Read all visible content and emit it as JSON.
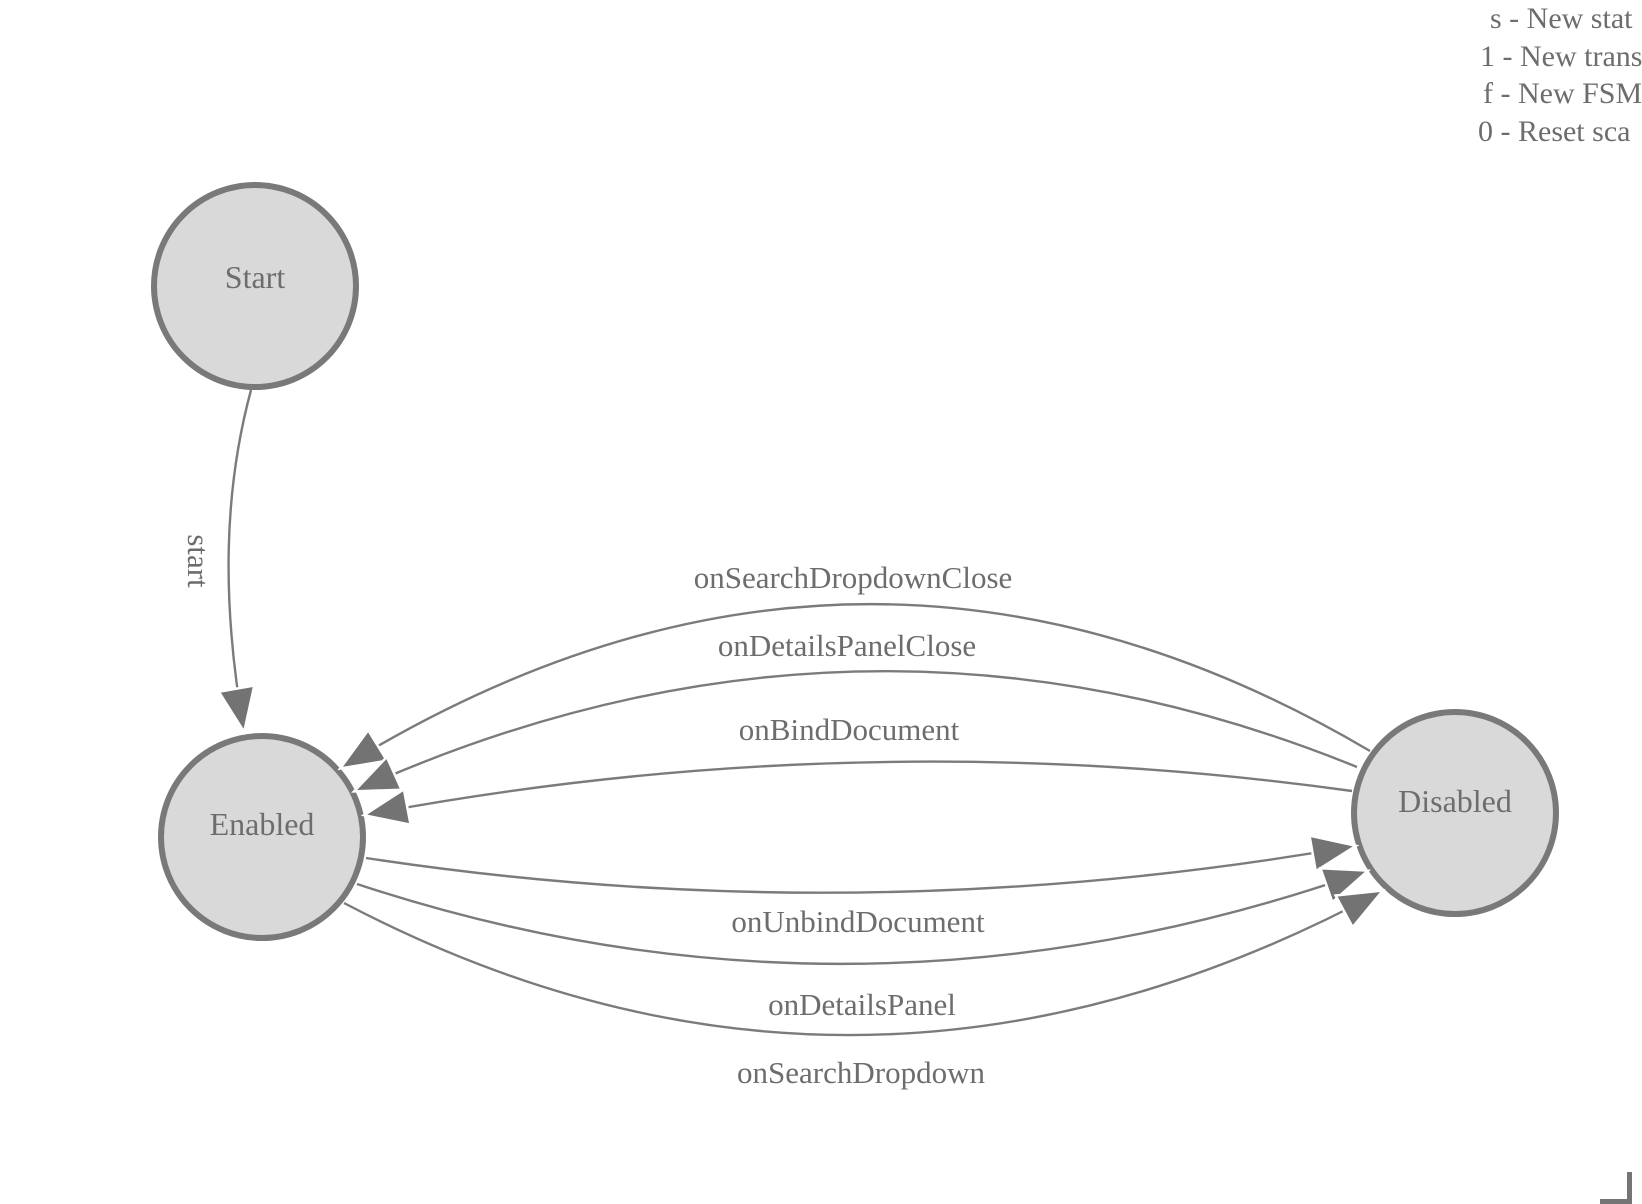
{
  "diagram": {
    "type": "finite-state-machine",
    "states": [
      {
        "label": "Start"
      },
      {
        "label": "Enabled"
      },
      {
        "label": "Disabled"
      }
    ],
    "transitions": [
      {
        "label": "start",
        "from": "Start",
        "to": "Enabled"
      },
      {
        "label": "onSearchDropdownClose",
        "from": "Disabled",
        "to": "Enabled"
      },
      {
        "label": "onDetailsPanelClose",
        "from": "Disabled",
        "to": "Enabled"
      },
      {
        "label": "onBindDocument",
        "from": "Disabled",
        "to": "Enabled"
      },
      {
        "label": "onUnbindDocument",
        "from": "Enabled",
        "to": "Disabled"
      },
      {
        "label": "onDetailsPanel",
        "from": "Enabled",
        "to": "Disabled"
      },
      {
        "label": "onSearchDropdown",
        "from": "Enabled",
        "to": "Disabled"
      }
    ]
  },
  "legend": {
    "lines": [
      "s - New stat",
      "1 - New trans",
      "f - New FSM",
      "0 - Reset sca"
    ]
  },
  "colors": {
    "state_fill": "#d9d9d9",
    "state_stroke": "#797979",
    "edge": "#7b7b7b",
    "arrow": "#737373",
    "text": "#6d6d6d"
  }
}
